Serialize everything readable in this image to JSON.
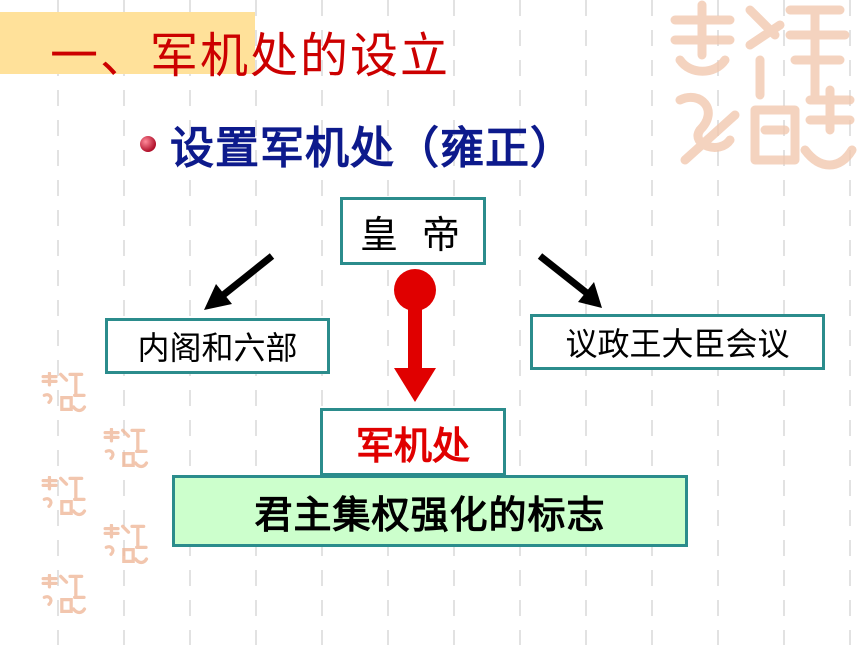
{
  "title": "一、军机处的设立",
  "subtitle": "设置军机处（雍正）",
  "diagram": {
    "emperor": "皇 帝",
    "cabinet": "内阁和六部",
    "council": "议政王大臣会议",
    "grand_council": "军机处",
    "conclusion": "君主集权强化的标志"
  },
  "colors": {
    "title": "#cc0000",
    "subtitle": "#0d1a8c",
    "box_border": "#2b8c8c",
    "grand_council_text": "#e00000",
    "conclusion_bg": "#ccffcc",
    "title_highlight": "#ffe19a"
  },
  "decorations": {
    "seal_icon": "auspicious-seal-icon"
  }
}
